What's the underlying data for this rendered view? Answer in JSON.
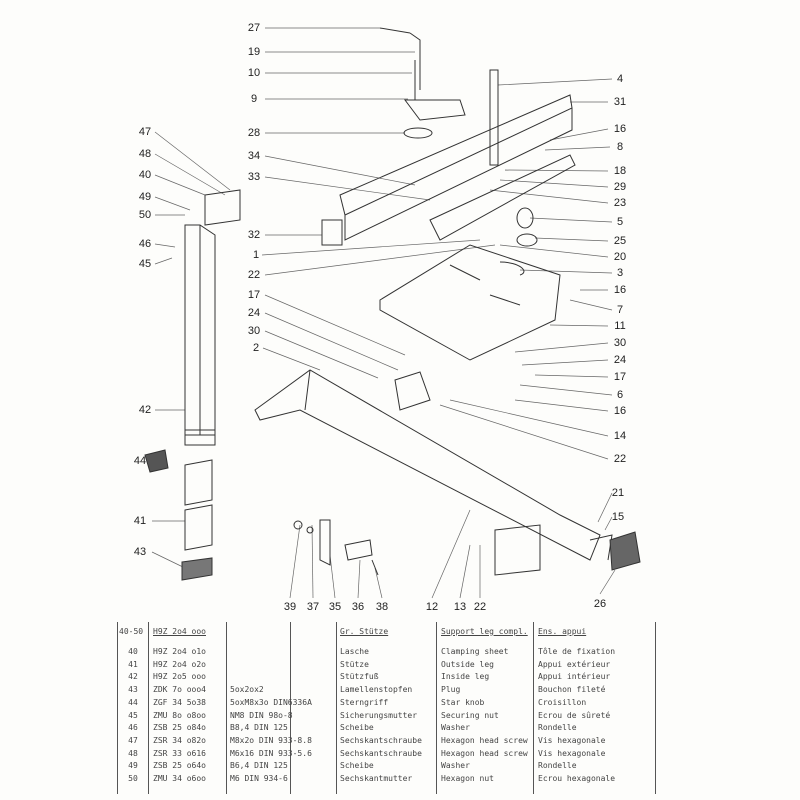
{
  "callouts": {
    "c27": "27",
    "c19": "19",
    "c10": "10",
    "c9": "9",
    "c28": "28",
    "c34": "34",
    "c33": "33",
    "c32": "32",
    "c1": "1",
    "c22a": "22",
    "c17a": "17",
    "c24a": "24",
    "c30a": "30",
    "c2": "2",
    "c4": "4",
    "c31": "31",
    "c16a": "16",
    "c8": "8",
    "c18": "18",
    "c29": "29",
    "c23": "23",
    "c5": "5",
    "c25": "25",
    "c20": "20",
    "c3": "3",
    "c16b": "16",
    "c7": "7",
    "c11": "11",
    "c30b": "30",
    "c24b": "24",
    "c17b": "17",
    "c6": "6",
    "c16c": "16",
    "c14": "14",
    "c22b": "22",
    "c47": "47",
    "c48": "48",
    "c40": "40",
    "c49": "49",
    "c50": "50",
    "c46": "46",
    "c45": "45",
    "c42": "42",
    "c44": "44",
    "c41": "41",
    "c43": "43",
    "c39": "39",
    "c37": "37",
    "c35": "35",
    "c36": "36",
    "c38": "38",
    "c12": "12",
    "c13": "13",
    "c22c": "22",
    "c26": "26",
    "c21": "21",
    "c15": "15"
  },
  "parts_table": {
    "header": {
      "range": "40-50",
      "code": "H9Z 2o4 ooo",
      "german": "Gr. Stütze",
      "english": "Support leg compl.",
      "french": "Ens. appui"
    },
    "rows": [
      {
        "no": "40",
        "code": "H9Z 2o4 o1o",
        "spec": "",
        "german": "Lasche",
        "english": "Clamping sheet",
        "french": "Tôle de fixation"
      },
      {
        "no": "41",
        "code": "H9Z 2o4 o2o",
        "spec": "",
        "german": "Stütze",
        "english": "Outside leg",
        "french": "Appui extérieur"
      },
      {
        "no": "42",
        "code": "H9Z 2o5 ooo",
        "spec": "",
        "german": "Stützfuß",
        "english": "Inside leg",
        "french": "Appui intérieur"
      },
      {
        "no": "43",
        "code": "ZDK 7o ooo4",
        "spec": "5ox2ox2",
        "german": "Lamellenstopfen",
        "english": "Plug",
        "french": "Bouchon fileté"
      },
      {
        "no": "44",
        "code": "ZGF 34 5o38",
        "spec": "5oxM8x3o DIN6336A",
        "german": "Sterngriff",
        "english": "Star knob",
        "french": "Croisillon"
      },
      {
        "no": "45",
        "code": "ZMU 8o o8oo",
        "spec": "NM8 DIN 98o-8",
        "german": "Sicherungsmutter",
        "english": "Securing nut",
        "french": "Ecrou de sûreté"
      },
      {
        "no": "46",
        "code": "ZSB 25 o84o",
        "spec": "B8,4 DIN 125",
        "german": "Scheibe",
        "english": "Washer",
        "french": "Rondelle"
      },
      {
        "no": "47",
        "code": "ZSR 34 o82o",
        "spec": "M8x2o DIN 933-8.8",
        "german": "Sechskantschraube",
        "english": "Hexagon head screw",
        "french": "Vis hexagonale"
      },
      {
        "no": "48",
        "code": "ZSR 33 o616",
        "spec": "M6x16 DIN 933-5.6",
        "german": "Sechskantschraube",
        "english": "Hexagon head screw",
        "french": "Vis hexagonale"
      },
      {
        "no": "49",
        "code": "ZSB 25 o64o",
        "spec": "B6,4 DIN 125",
        "german": "Scheibe",
        "english": "Washer",
        "french": "Rondelle"
      },
      {
        "no": "50",
        "code": "ZMU 34 o6oo",
        "spec": "M6 DIN 934-6",
        "german": "Sechskantmutter",
        "english": "Hexagon nut",
        "french": "Ecrou hexagonale"
      }
    ]
  }
}
